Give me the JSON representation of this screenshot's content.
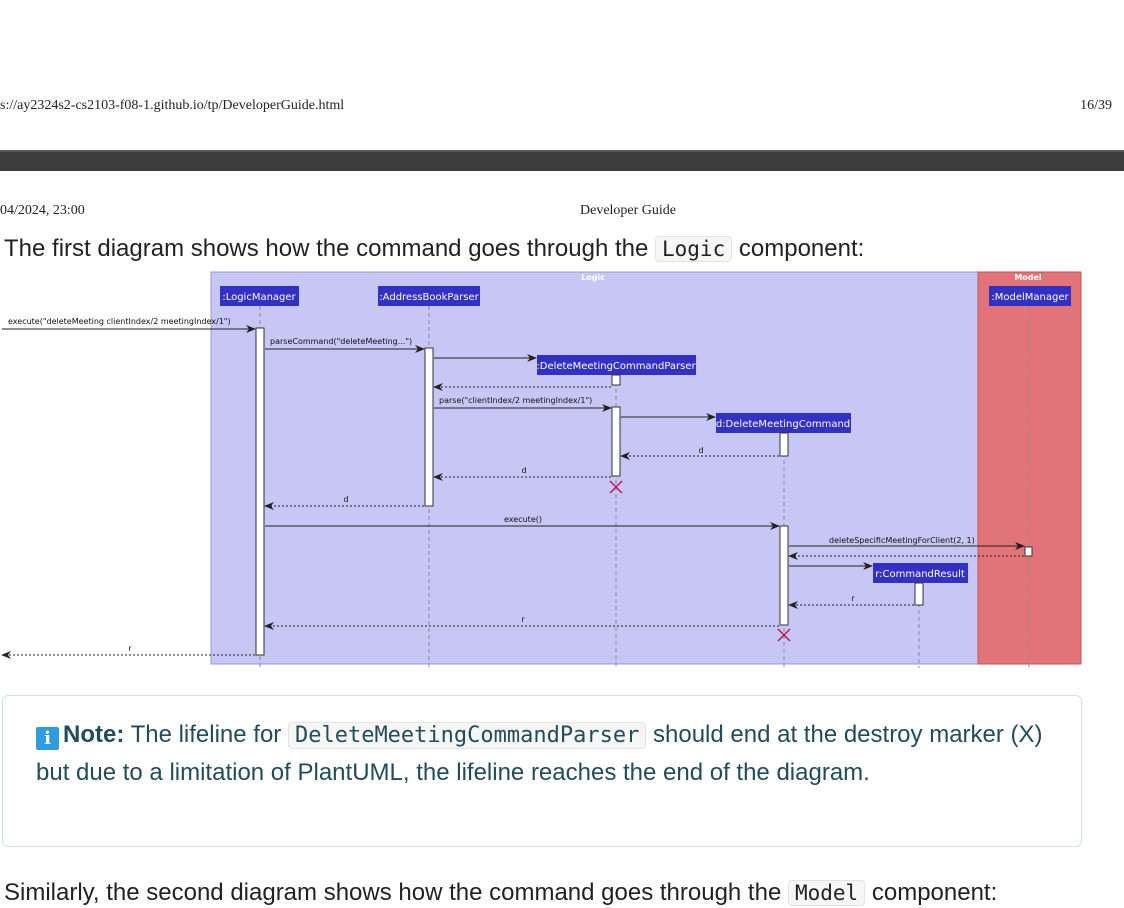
{
  "print_header": {
    "url": "s://ay2324s2-cs2103-f08-1.github.io/tp/DeveloperGuide.html",
    "page": "16/39"
  },
  "doc_header": {
    "date": "04/2024, 23:00",
    "title": "Developer Guide"
  },
  "intro": {
    "before": "The first diagram shows how the command goes through the ",
    "code": "Logic",
    "after": " component:"
  },
  "diagram": {
    "groups": {
      "logic": "Logic",
      "model": "Model"
    },
    "participants": {
      "logic_manager": ":LogicManager",
      "address_book_parser": ":AddressBookParser",
      "model_manager": ":ModelManager",
      "parser": ":DeleteMeetingCommandParser",
      "command": "d:DeleteMeetingCommand",
      "result": "r:CommandResult"
    },
    "messages": {
      "m1": "execute(\"deleteMeeting clientIndex/2 meetingIndex/1\")",
      "m2": "parseCommand(\"deleteMeeting...\")",
      "m3": "parse(\"clientIndex/2 meetingIndex/1\")",
      "m4": "d",
      "m5": "d",
      "m6": "d",
      "m7": "execute()",
      "m8": "deleteSpecificMeetingForClient(2, 1)",
      "m9": "r",
      "m10": "r",
      "m11": "r"
    },
    "colors": {
      "logic_bg": "#c7c6f4",
      "model_bg": "#e27479",
      "participant": "#3131c4",
      "destroy": "#c2185b"
    }
  },
  "note": {
    "label": "Note:",
    "t1": " The lifeline for ",
    "code": "DeleteMeetingCommandParser",
    "t2": " should end at the destroy marker (X) but due to a limitation of PlantUML, the lifeline reaches the end of the diagram.",
    "icon": "info-icon"
  },
  "outro": {
    "before": "Similarly, the second diagram shows how the command goes through the ",
    "code": "Model",
    "after": " component:"
  }
}
